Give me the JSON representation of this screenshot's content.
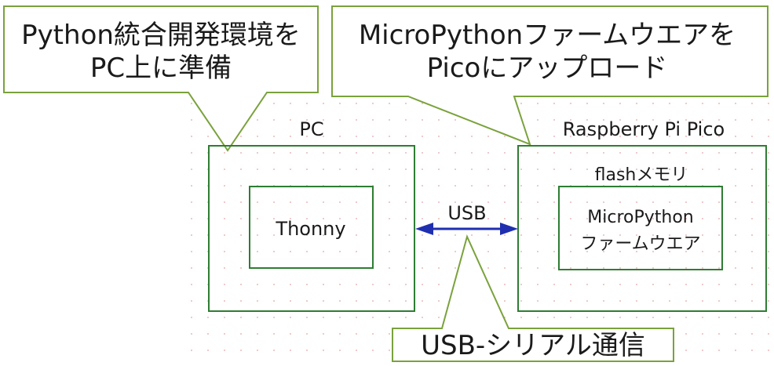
{
  "callouts": {
    "pc_setup": {
      "line1": "Python統合開発環境を",
      "line2": "PC上に準備"
    },
    "upload": {
      "line1": "MicroPythonファームウエアを",
      "line2": "Picoにアップロード"
    },
    "serial": {
      "text": "USB-シリアル通信"
    }
  },
  "pc": {
    "title": "PC",
    "app": "Thonny"
  },
  "pico": {
    "title": "Raspberry Pi Pico",
    "memory_label": "flashメモリ",
    "firmware_line1": "MicroPython",
    "firmware_line2": "ファームウエア"
  },
  "link": {
    "label": "USB"
  },
  "colors": {
    "callout_border": "#7aa23c",
    "box_border": "#2e7d32",
    "usb_line": "#1f2fb0",
    "grid_dots": "#e2a4a4"
  }
}
